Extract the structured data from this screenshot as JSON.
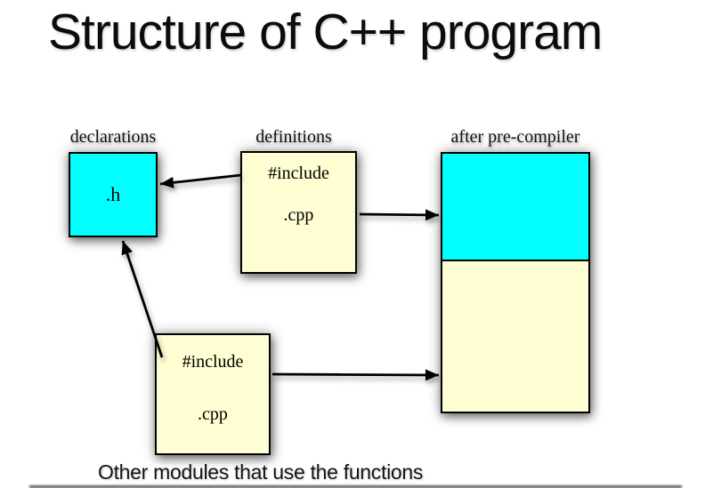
{
  "slide": {
    "title": "Structure of C++ program",
    "caption": "Other modules that use the functions"
  },
  "diagram": {
    "declarations": {
      "label": "declarations",
      "file": ".h"
    },
    "definitions": {
      "label": "definitions",
      "include_directive": "#include",
      "file": ".cpp"
    },
    "after_precompiler": {
      "label": "after pre-compiler"
    },
    "other_module": {
      "include_directive": "#include",
      "file": ".cpp"
    }
  },
  "colors": {
    "header_section_fill": "#00ffff",
    "source_section_fill": "#fffdd2",
    "box_border": "#000000",
    "arrow": "#000000",
    "background": "#ffffff",
    "text": "#000000"
  }
}
